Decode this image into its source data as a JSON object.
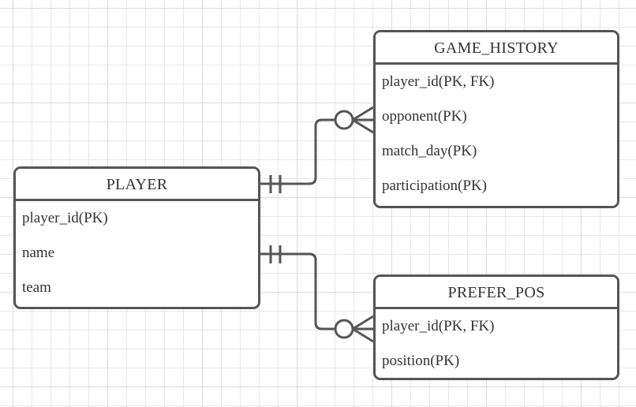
{
  "diagram": {
    "type": "entity-relationship-diagram",
    "notation": "crow-foot",
    "background": "grid",
    "line_color": "#555555",
    "text_color": "#333333",
    "background_color": "#ffffff",
    "grid_color": "#e8e8e8"
  },
  "entities": [
    {
      "id": "player",
      "name": "PLAYER",
      "attributes": [
        {
          "label": "player_id(PK)"
        },
        {
          "label": "name"
        },
        {
          "label": "team"
        }
      ]
    },
    {
      "id": "game_history",
      "name": "GAME_HISTORY",
      "attributes": [
        {
          "label": "player_id(PK, FK)"
        },
        {
          "label": "opponent(PK)"
        },
        {
          "label": "match_day(PK)"
        },
        {
          "label": "participation(PK)"
        }
      ]
    },
    {
      "id": "prefer_pos",
      "name": "PREFER_POS",
      "attributes": [
        {
          "label": "player_id(PK, FK)"
        },
        {
          "label": "position(PK)"
        }
      ]
    }
  ],
  "relationships": [
    {
      "id": "player-game_history",
      "from": "player",
      "to": "game_history",
      "from_cardinality": "one-and-only-one",
      "to_cardinality": "zero-or-many"
    },
    {
      "id": "player-prefer_pos",
      "from": "player",
      "to": "prefer_pos",
      "from_cardinality": "one-and-only-one",
      "to_cardinality": "zero-or-many"
    }
  ]
}
